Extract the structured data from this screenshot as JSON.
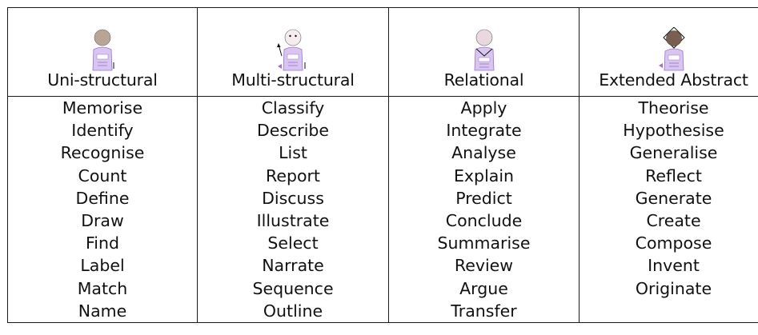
{
  "columns": [
    {
      "heading": "Uni-structural",
      "figure_icon": "solo-figure-single-arrow-icon",
      "skin_color": "#b9a595",
      "verbs": [
        "Memorise",
        "Identify",
        "Recognise",
        "Count",
        "Define",
        "Draw",
        "Find",
        "Label",
        "Match",
        "Name"
      ]
    },
    {
      "heading": "Multi-structural",
      "figure_icon": "solo-figure-multi-arrow-icon",
      "skin_color": "#f6ecf0",
      "verbs": [
        "Classify",
        "Describe",
        "List",
        "Report",
        "Discuss",
        "Illustrate",
        "Select",
        "Narrate",
        "Sequence",
        "Outline"
      ]
    },
    {
      "heading": "Relational",
      "figure_icon": "solo-figure-connected-icon",
      "skin_color": "#ead8e0",
      "verbs": [
        "Apply",
        "Integrate",
        "Analyse",
        "Explain",
        "Predict",
        "Conclude",
        "Summarise",
        "Review",
        "Argue",
        "Transfer"
      ]
    },
    {
      "heading": "Extended Abstract",
      "figure_icon": "solo-figure-abstract-icon",
      "skin_color": "#7a5f4f",
      "verbs": [
        "Theorise",
        "Hypothesise",
        "Generalise",
        "Reflect",
        "Generate",
        "Create",
        "Compose",
        "Invent",
        "Originate"
      ]
    }
  ],
  "colors": {
    "border": "#1a1a1a",
    "accent_purple": "#9b6fd1",
    "figure_body": "#d9c6ef"
  }
}
